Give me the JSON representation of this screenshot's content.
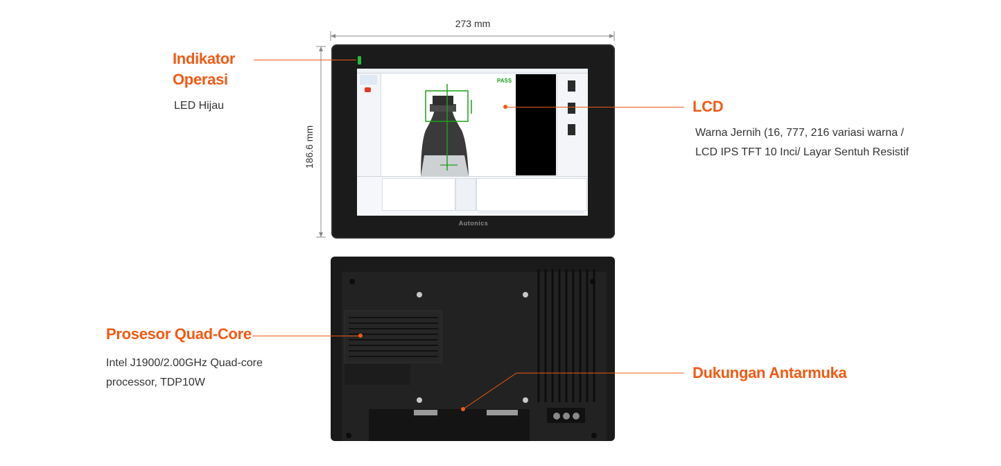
{
  "dimensions": {
    "width": "273 mm",
    "height": "186.6 mm"
  },
  "callouts": {
    "operation_indicator": {
      "title_line1": "Indikator",
      "title_line2": "Operasi",
      "description": "LED Hijau"
    },
    "lcd": {
      "title": "LCD",
      "description_line1": "Warna Jernih (16, 777, 216 variasi warna /",
      "description_line2": "LCD IPS TFT 10 Inci/ Layar Sentuh Resistif"
    },
    "processor": {
      "title": "Prosesor Quad-Core",
      "description_line1": "Intel J1900/2.00GHz Quad-core",
      "description_line2": "processor, TDP10W"
    },
    "interface": {
      "title": "Dukungan Antarmuka"
    }
  },
  "device": {
    "brand": "Autonics",
    "screen_status": "PASS"
  },
  "colors": {
    "accent": "#f05a14",
    "led": "#1fbf3a",
    "bezel": "#1b1b1b",
    "pass_text": "#1aa31a"
  }
}
